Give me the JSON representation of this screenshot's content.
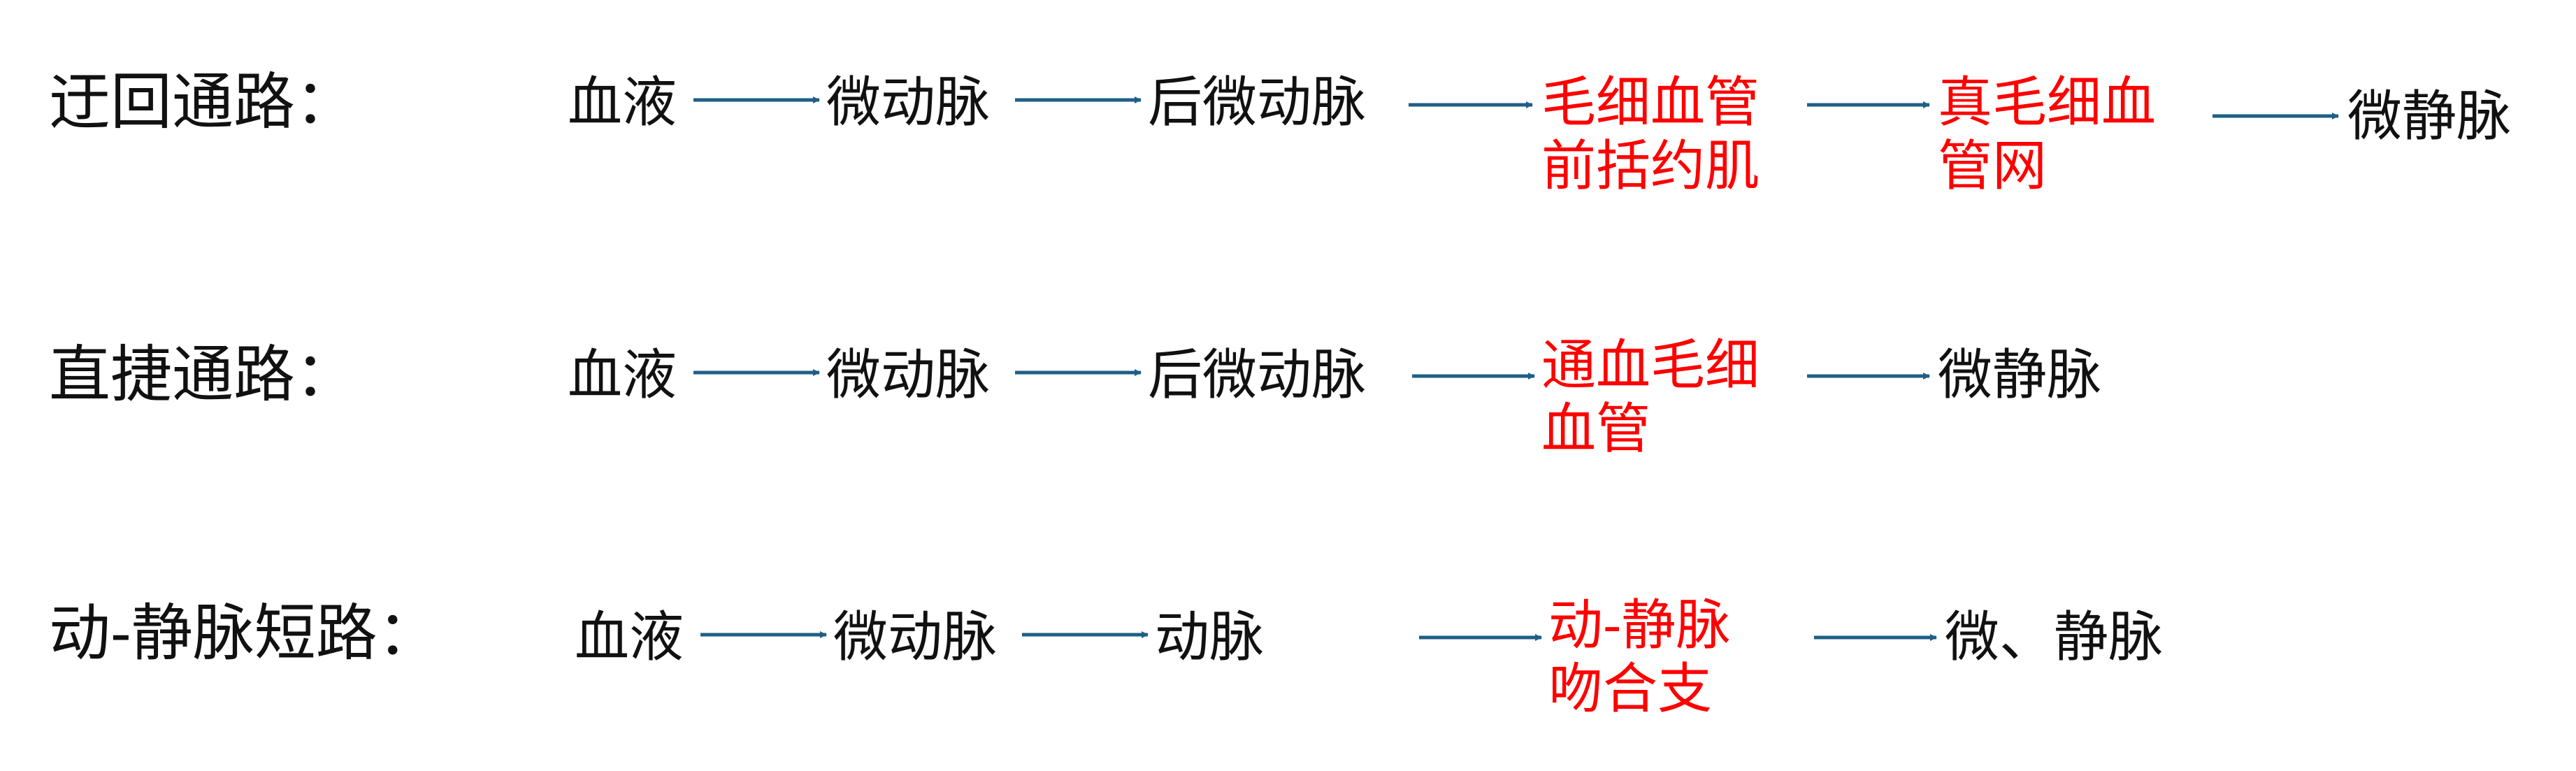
{
  "colors": {
    "text": "#111111",
    "highlight": "#ff0000",
    "arrow": "#1f5f86"
  },
  "rows": [
    {
      "label": "迂回通路：",
      "nodes": [
        {
          "lines": [
            "血液"
          ],
          "highlight": false
        },
        {
          "lines": [
            "微动脉"
          ],
          "highlight": false
        },
        {
          "lines": [
            "后微动脉"
          ],
          "highlight": false
        },
        {
          "lines": [
            "毛细血管",
            "前括约肌"
          ],
          "highlight": true
        },
        {
          "lines": [
            "真毛细血",
            "管网"
          ],
          "highlight": true
        },
        {
          "lines": [
            "微静脉"
          ],
          "highlight": false
        }
      ]
    },
    {
      "label": "直捷通路：",
      "nodes": [
        {
          "lines": [
            "血液"
          ],
          "highlight": false
        },
        {
          "lines": [
            "微动脉"
          ],
          "highlight": false
        },
        {
          "lines": [
            "后微动脉"
          ],
          "highlight": false
        },
        {
          "lines": [
            "通血毛细",
            "血管"
          ],
          "highlight": true
        },
        {
          "lines": [
            "微静脉"
          ],
          "highlight": false
        }
      ]
    },
    {
      "label": "动-静脉短路：",
      "nodes": [
        {
          "lines": [
            "血液"
          ],
          "highlight": false
        },
        {
          "lines": [
            "微动脉"
          ],
          "highlight": false
        },
        {
          "lines": [
            "动脉"
          ],
          "highlight": false
        },
        {
          "lines": [
            "动-静脉",
            "吻合支"
          ],
          "highlight": true
        },
        {
          "lines": [
            "微、静脉"
          ],
          "highlight": false
        }
      ]
    }
  ]
}
